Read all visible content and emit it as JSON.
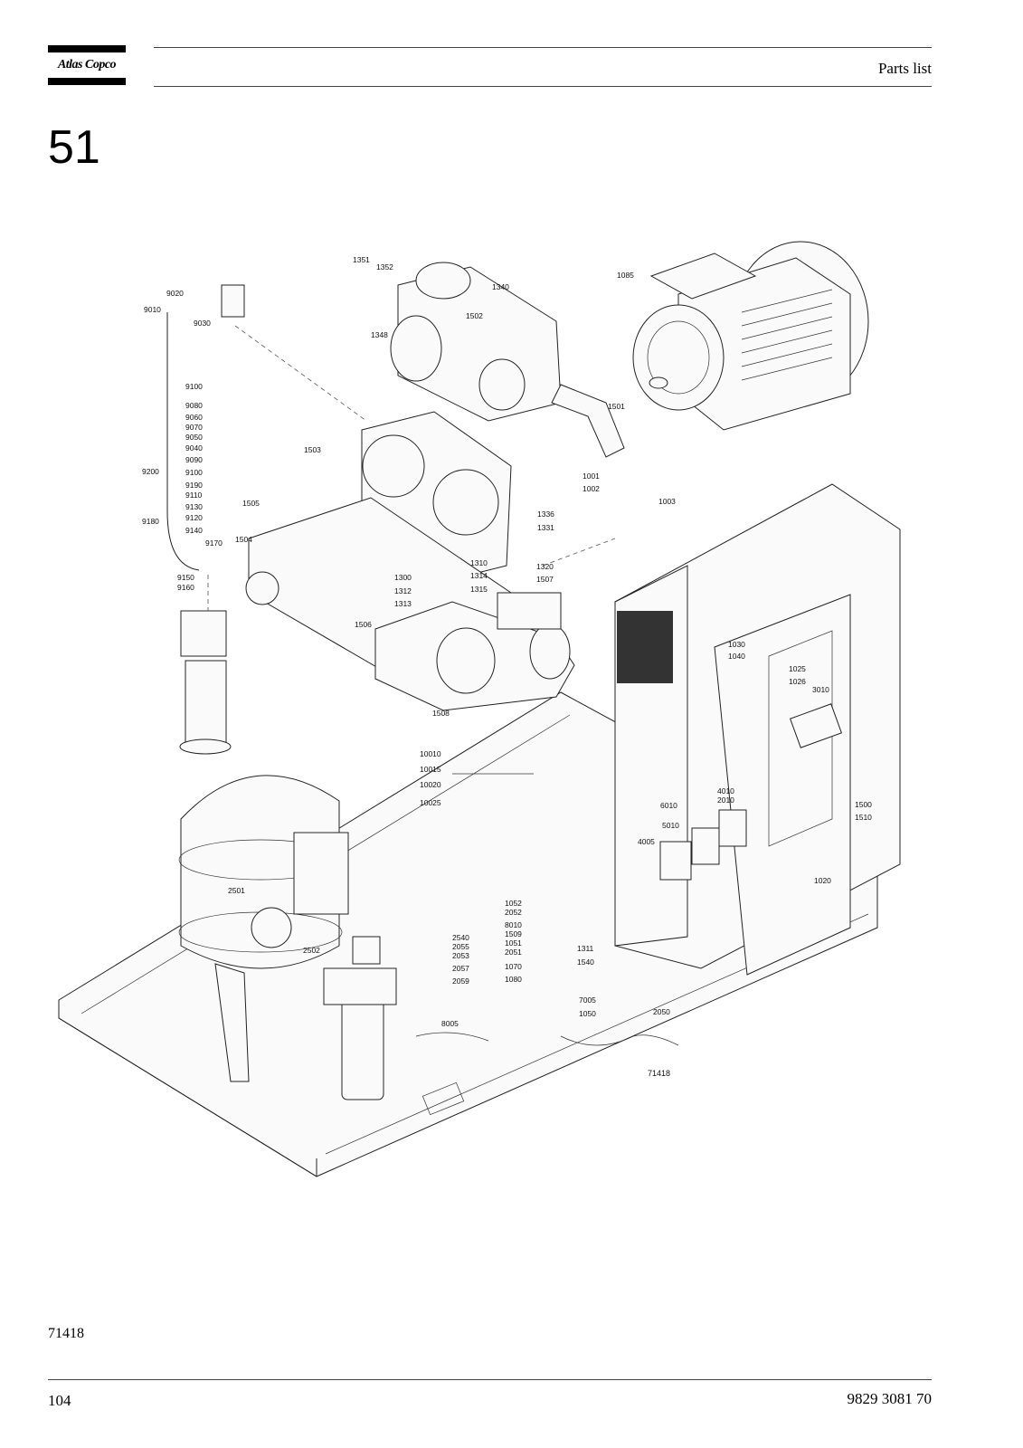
{
  "header": {
    "logo_text": "Atlas Copco",
    "title": "Parts list"
  },
  "section": {
    "number": "51"
  },
  "figure": {
    "code": "71418",
    "callouts": [
      "1351",
      "1352",
      "1340",
      "1085",
      "9020",
      "9010",
      "9030",
      "1502",
      "1348",
      "9100",
      "9080",
      "9060",
      "9070",
      "9050",
      "9040",
      "9090",
      "9100",
      "1501",
      "1503",
      "9200",
      "9190",
      "9110",
      "9130",
      "9120",
      "9180",
      "9140",
      "1505",
      "1001",
      "1002",
      "1003",
      "1336",
      "1331",
      "1504",
      "9170",
      "1310",
      "1320",
      "1314",
      "1300",
      "1507",
      "1315",
      "1312",
      "1313",
      "9150",
      "9160",
      "1506",
      "1030",
      "1040",
      "1025",
      "1026",
      "3010",
      "1508",
      "10010",
      "10015",
      "10020",
      "10025",
      "6010",
      "4010",
      "2010",
      "5010",
      "1500",
      "1510",
      "4005",
      "1020",
      "2501",
      "1052",
      "2052",
      "8010",
      "1509",
      "2540",
      "1051",
      "2055",
      "2051",
      "2053",
      "1311",
      "1540",
      "2502",
      "2057",
      "1070",
      "2059",
      "1080",
      "7005",
      "1050",
      "2050",
      "8005",
      "71418"
    ]
  },
  "footer": {
    "figure_code": "71418",
    "page_number": "104",
    "doc_number": "9829 3081 70"
  }
}
